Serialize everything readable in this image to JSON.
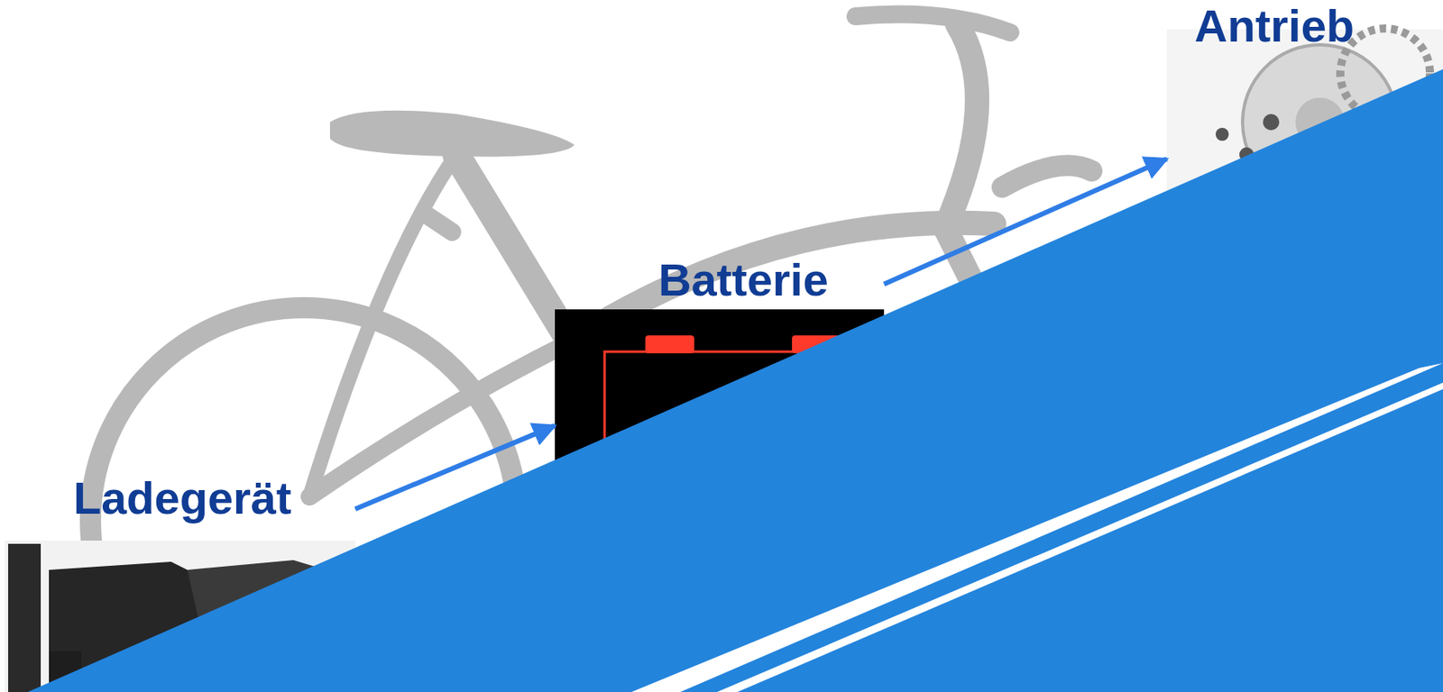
{
  "diagram": {
    "nodes": [
      {
        "text": [
          "Ladegerät"
        ]
      },
      {
        "text": [
          "Batterie"
        ]
      },
      {
        "text": [
          "Antrieb"
        ]
      }
    ],
    "edges": [
      {
        "from": 0,
        "to": 1,
        "arrow": "to"
      },
      {
        "from": 1,
        "to": 2,
        "arrow": "to"
      }
    ]
  }
}
